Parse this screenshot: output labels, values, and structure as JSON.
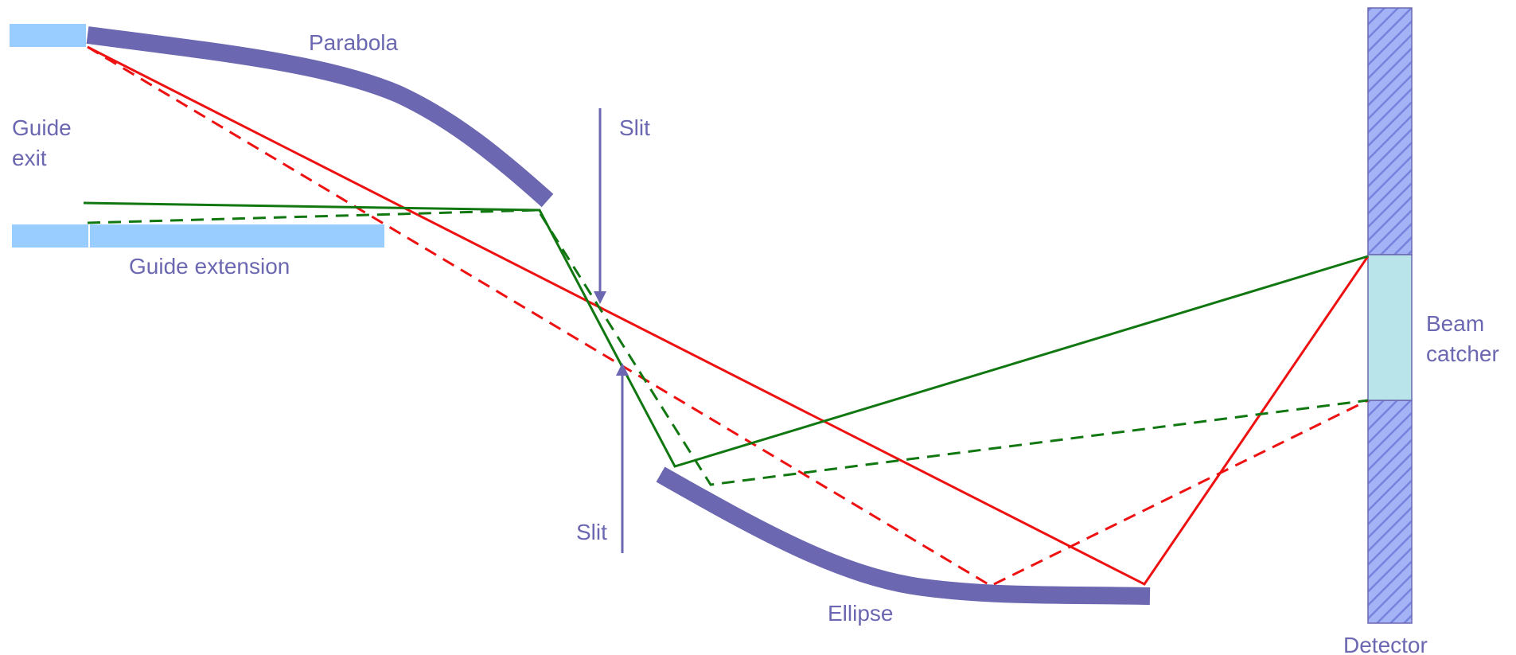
{
  "labels": {
    "parabola": "Parabola",
    "guide_exit_line1": "Guide",
    "guide_exit_line2": "exit",
    "guide_extension": "Guide extension",
    "slit_top": "Slit",
    "slit_bottom": "Slit",
    "ellipse": "Ellipse",
    "beam_catcher_line1": "Beam",
    "beam_catcher_line2": "catcher",
    "detector": "Detector"
  },
  "colors": {
    "label_text": "#6b67b0",
    "mirror": "#6b67b0",
    "guide": "#99ccff",
    "ray_red": "#ee1111",
    "ray_green": "#117711",
    "detector_fill": "#a3b3f5",
    "detector_hatch": "#7782dd",
    "beam_catcher_fill": "#b8e4ea",
    "slit_line": "#6b67b0"
  }
}
